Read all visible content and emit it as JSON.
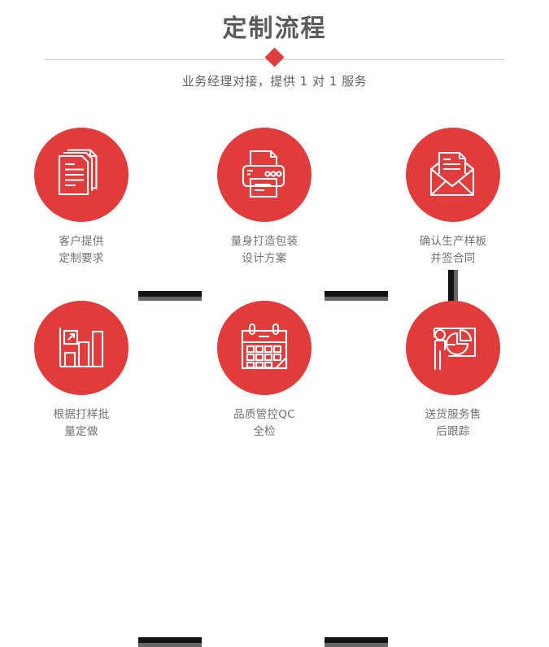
{
  "header": {
    "title": "定制流程",
    "subtitle": "业务经理对接，提供 1 对 1 服务"
  },
  "colors": {
    "accent_red": "#e13b3b",
    "title_gray": "#5b5b5b",
    "caption_gray": "#707070",
    "connector_black": "#131313",
    "connector_shadow": "#666666",
    "divider_line": "#cccccc"
  },
  "steps": [
    {
      "index": 1,
      "icon": "documents-stack-icon",
      "caption": "客户提供\n定制要求"
    },
    {
      "index": 2,
      "icon": "printer-icon",
      "caption": "量身打造包装\n设计方案"
    },
    {
      "index": 3,
      "icon": "envelope-document-icon",
      "caption": "确认生产样板\n并签合同"
    },
    {
      "index": 4,
      "icon": "bar-chart-growth-icon",
      "caption": "根据打样批\n量定做"
    },
    {
      "index": 5,
      "icon": "calendar-icon",
      "caption": "品质管控QC\n全检"
    },
    {
      "index": 6,
      "icon": "presenter-pie-chart-icon",
      "caption": "送货服务售\n后跟踪"
    }
  ]
}
